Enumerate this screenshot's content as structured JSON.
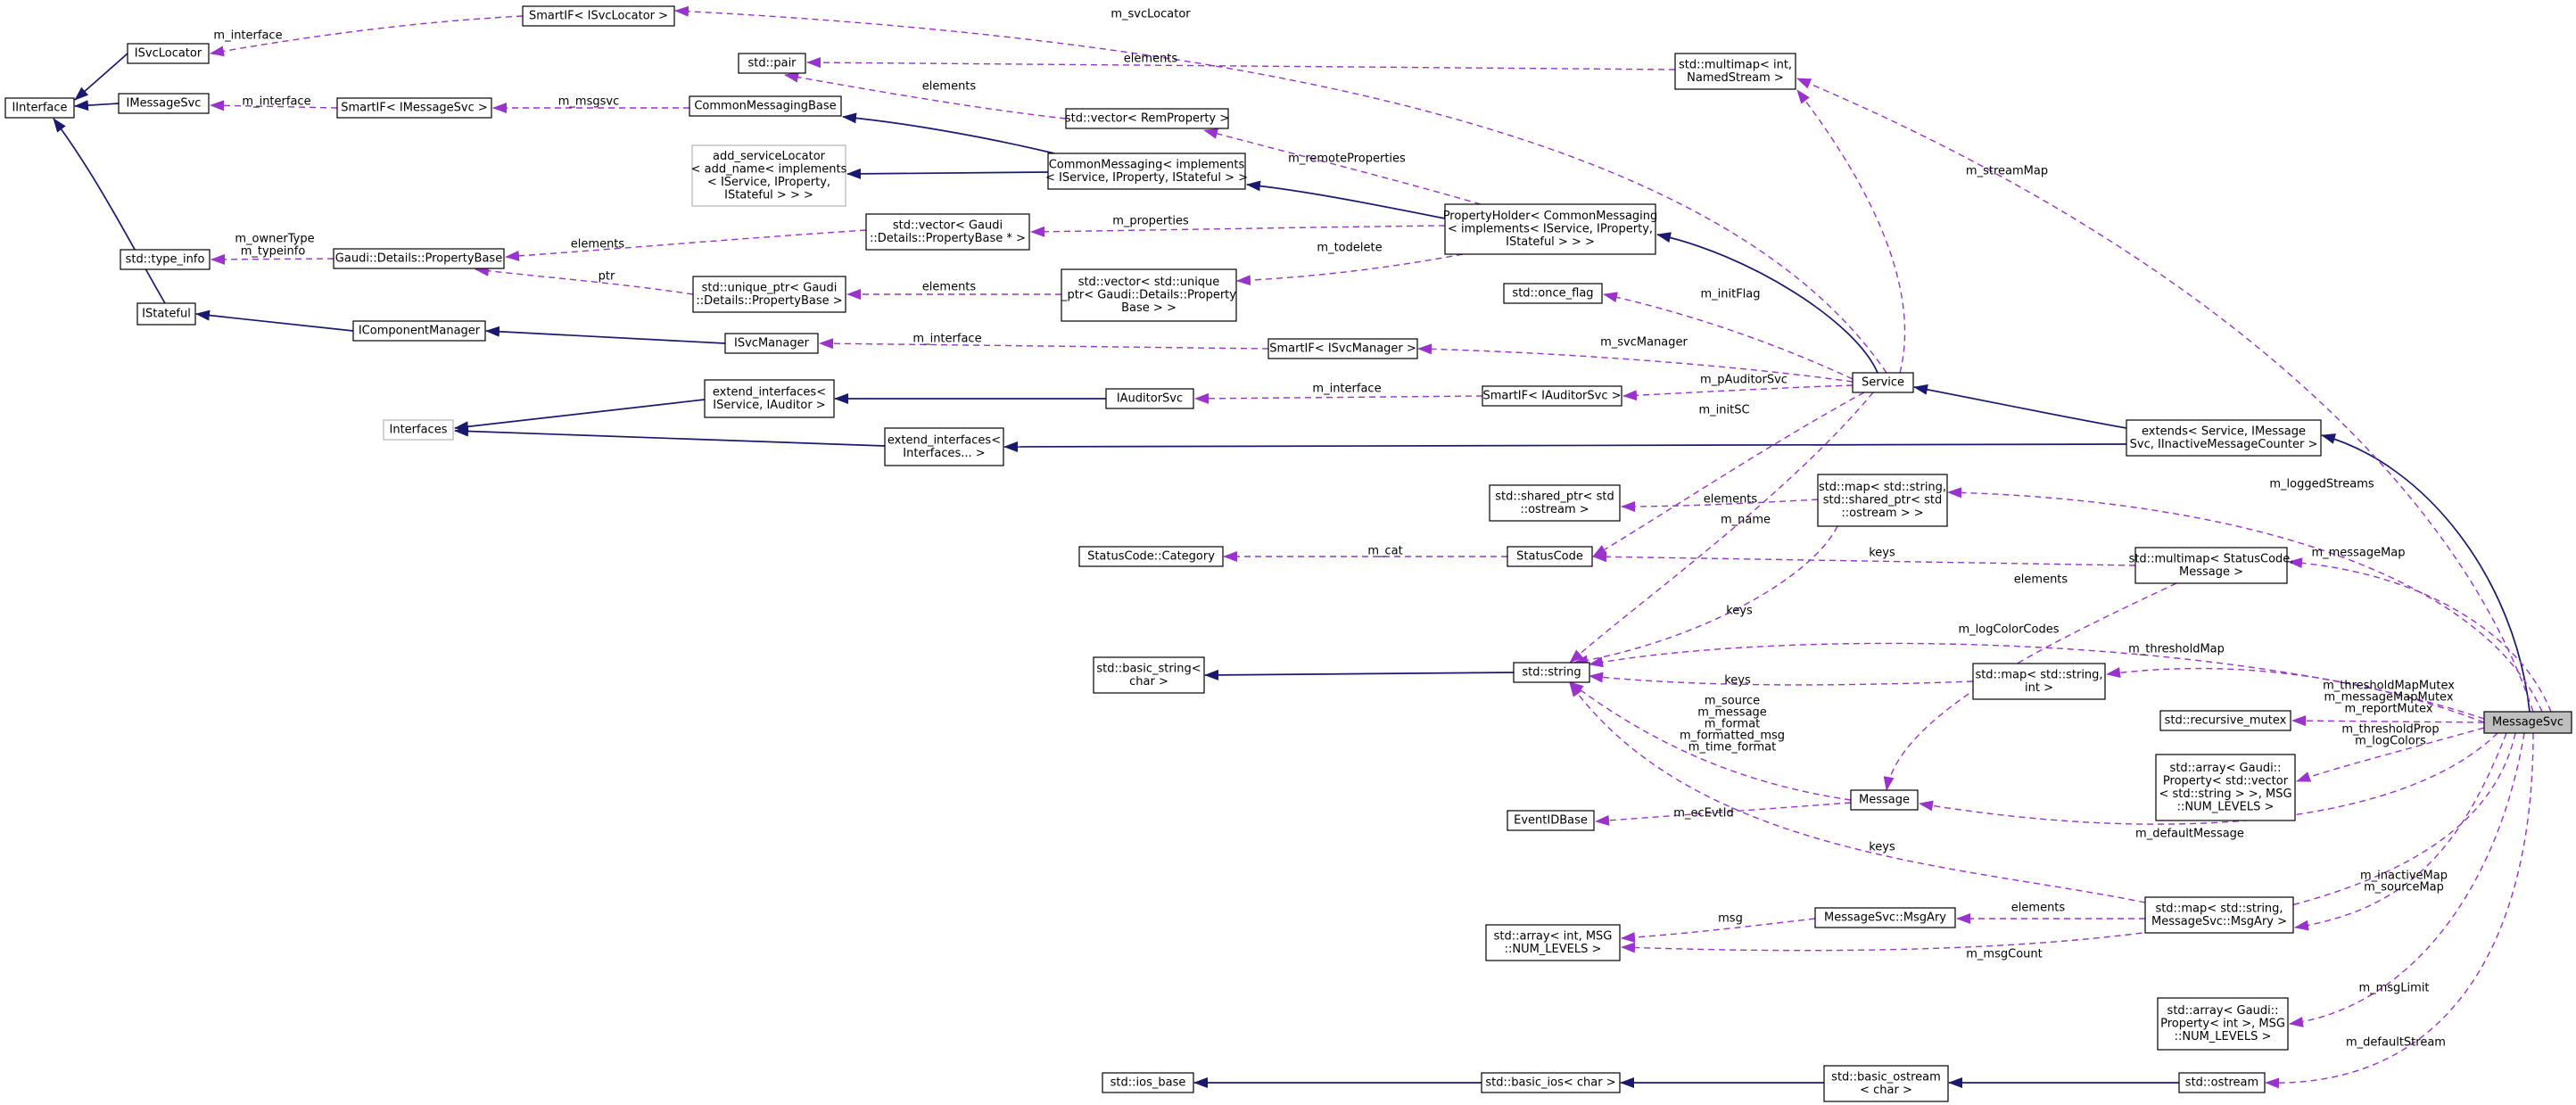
{
  "nodes": {
    "IInterface": [
      "IInterface"
    ],
    "ISvcLocator": [
      "ISvcLocator"
    ],
    "IMessageSvc": [
      "IMessageSvc"
    ],
    "SmartIF_ISvcLocator": [
      "SmartIF< ISvcLocator >"
    ],
    "SmartIF_IMessageSvc": [
      "SmartIF< IMessageSvc >"
    ],
    "std_type_info": [
      "std::type_info"
    ],
    "PropertyBase": [
      "Gaudi::Details::PropertyBase"
    ],
    "IStateful": [
      "IStateful"
    ],
    "IComponentManager": [
      "IComponentManager"
    ],
    "ISvcManager": [
      "ISvcManager"
    ],
    "Interfaces": [
      "Interfaces"
    ],
    "extend_interfaces_IService_IAuditor": [
      "extend_interfaces<",
      "IService, IAuditor >"
    ],
    "extend_interfaces_Interfaces": [
      "extend_interfaces<",
      "Interfaces... >"
    ],
    "IAuditorSvc": [
      "IAuditorSvc"
    ],
    "std_pair": [
      "std::pair"
    ],
    "CommonMessagingBase": [
      "CommonMessagingBase"
    ],
    "add_serviceLocator": [
      "add_serviceLocator",
      "< add_name< implements",
      "< IService, IProperty,",
      "IStateful > > >"
    ],
    "vector_PropertyBase_ptr": [
      "std::vector< Gaudi",
      "::Details::PropertyBase * >"
    ],
    "unique_ptr_PropertyBase": [
      "std::unique_ptr< Gaudi",
      "::Details::PropertyBase >"
    ],
    "vector_RemProperty": [
      "std::vector< RemProperty >"
    ],
    "CommonMessaging": [
      "CommonMessaging< implements",
      "< IService, IProperty, IStateful > >"
    ],
    "vector_unique_ptr": [
      "std::vector< std::unique",
      "_ptr< Gaudi::Details::Property",
      "Base > >"
    ],
    "SmartIF_ISvcManager": [
      "SmartIF< ISvcManager >"
    ],
    "SmartIF_IAuditorSvc": [
      "SmartIF< IAuditorSvc >"
    ],
    "multimap_NamedStream": [
      "std::multimap< int,",
      "NamedStream >"
    ],
    "PropertyHolder": [
      "PropertyHolder< CommonMessaging",
      "< implements< IService, IProperty,",
      "IStateful > > >"
    ],
    "std_once_flag": [
      "std::once_flag"
    ],
    "Service": [
      "Service"
    ],
    "extends": [
      "extends< Service, IMessage",
      "Svc, IInactiveMessageCounter >"
    ],
    "shared_ptr_ostream": [
      "std::shared_ptr< std",
      "::ostream >"
    ],
    "map_shared_ptr": [
      "std::map< std::string,",
      "std::shared_ptr< std",
      "::ostream > >"
    ],
    "StatusCode_Category": [
      "StatusCode::Category"
    ],
    "StatusCode": [
      "StatusCode"
    ],
    "multimap_StatusCode": [
      "std::multimap< StatusCode,",
      "Message >"
    ],
    "basic_string": [
      "std::basic_string<",
      "char >"
    ],
    "std_string": [
      "std::string"
    ],
    "map_string_int": [
      "std::map< std::string,",
      "int >"
    ],
    "recursive_mutex": [
      "std::recursive_mutex"
    ],
    "array_vector_string": [
      "std::array< Gaudi::",
      "Property< std::vector",
      "< std::string > >, MSG",
      "::NUM_LEVELS >"
    ],
    "Message": [
      "Message"
    ],
    "EventIDBase": [
      "EventIDBase"
    ],
    "MsgAry": [
      "MessageSvc::MsgAry"
    ],
    "array_int": [
      "std::array< int, MSG",
      "::NUM_LEVELS >"
    ],
    "map_MsgAry": [
      "std::map< std::string,",
      "MessageSvc::MsgAry >"
    ],
    "array_Property_int": [
      "std::array< Gaudi::",
      "Property< int >, MSG",
      "::NUM_LEVELS >"
    ],
    "ios_base": [
      "std::ios_base"
    ],
    "basic_ios": [
      "std::basic_ios< char >"
    ],
    "basic_ostream": [
      "std::basic_ostream",
      "< char >"
    ],
    "std_ostream": [
      "std::ostream"
    ],
    "MessageSvc": [
      "MessageSvc"
    ]
  },
  "edge_labels": {
    "svcLocator1": "m_interface",
    "svcLocator2": "m_svcLocator",
    "msgSvc1": "m_interface",
    "msgSvc2": "m_msgsvc",
    "pair_elements1": "elements",
    "pair_elements2": "elements",
    "remoteProperties": "m_remoteProperties",
    "ownerType": "m_ownerType",
    "typeinfo": "m_typeinfo",
    "elements_pb": "elements",
    "properties": "m_properties",
    "ptr": "ptr",
    "elements_up": "elements",
    "todelete": "m_todelete",
    "initFlag": "m_initFlag",
    "svcMgr_interface": "m_interface",
    "svcManager": "m_svcManager",
    "aud_interface": "m_interface",
    "pAuditorSvc": "m_pAuditorSvc",
    "initSC": "m_initSC",
    "streamMap": "m_streamMap",
    "sp_elements": "elements",
    "name": "m_name",
    "loggedStreams": "m_loggedStreams",
    "cat": "m_cat",
    "keys1": "keys",
    "messageMap": "m_messageMap",
    "elements_msg": "elements",
    "keys2": "keys",
    "logColorCodes": "m_logColorCodes",
    "thresholdMap": "m_thresholdMap",
    "keys3": "keys",
    "mutexes": [
      "m_thresholdMapMutex",
      "m_messageMapMutex",
      "m_reportMutex"
    ],
    "thresholdProp": [
      "m_thresholdProp",
      "m_logColors"
    ],
    "msgfields": [
      "m_source",
      "m_message",
      "m_format",
      "m_formatted_msg",
      "m_time_format"
    ],
    "ecEvtId": "m_ecEvtId",
    "defaultMessage": "m_defaultMessage",
    "keys4": "keys",
    "elements_ary": "elements",
    "msg": "msg",
    "inactiveMap": [
      "m_inactiveMap",
      "m_sourceMap"
    ],
    "msgCount": "m_msgCount",
    "msgLimit": "m_msgLimit",
    "defaultStream": "m_defaultStream"
  }
}
